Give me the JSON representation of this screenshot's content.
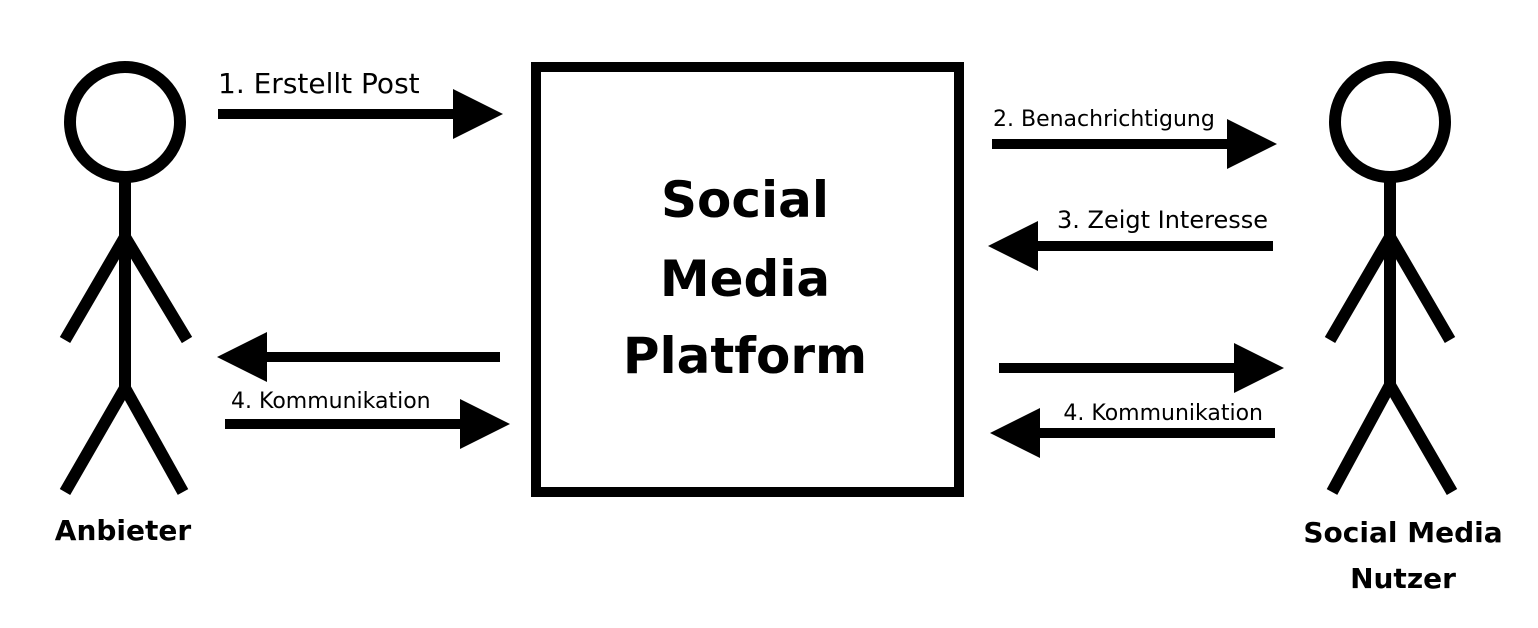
{
  "diagram": {
    "platform": {
      "lines": [
        "Social",
        "Media",
        "Platform"
      ]
    },
    "actors": {
      "provider": {
        "label_lines": [
          "Anbieter"
        ],
        "icon": "stick-figure-icon"
      },
      "user": {
        "label_lines": [
          "Social Media",
          "Nutzer"
        ],
        "icon": "stick-figure-icon"
      }
    },
    "arrows": {
      "post": {
        "label": "1. Erstellt Post",
        "direction": "right"
      },
      "notify": {
        "label": "2. Benachrichtigung",
        "direction": "right"
      },
      "interest": {
        "label": "3. Zeigt Interesse",
        "direction": "left"
      },
      "comm_left_top": {
        "label": "",
        "direction": "left"
      },
      "comm_left_bottom": {
        "label": "4. Kommunikation",
        "direction": "right"
      },
      "comm_right_top": {
        "label": "",
        "direction": "right"
      },
      "comm_right_bottom": {
        "label": "4. Kommunikation",
        "direction": "left"
      }
    },
    "colors": {
      "stroke": "#000000",
      "background": "#ffffff"
    }
  }
}
